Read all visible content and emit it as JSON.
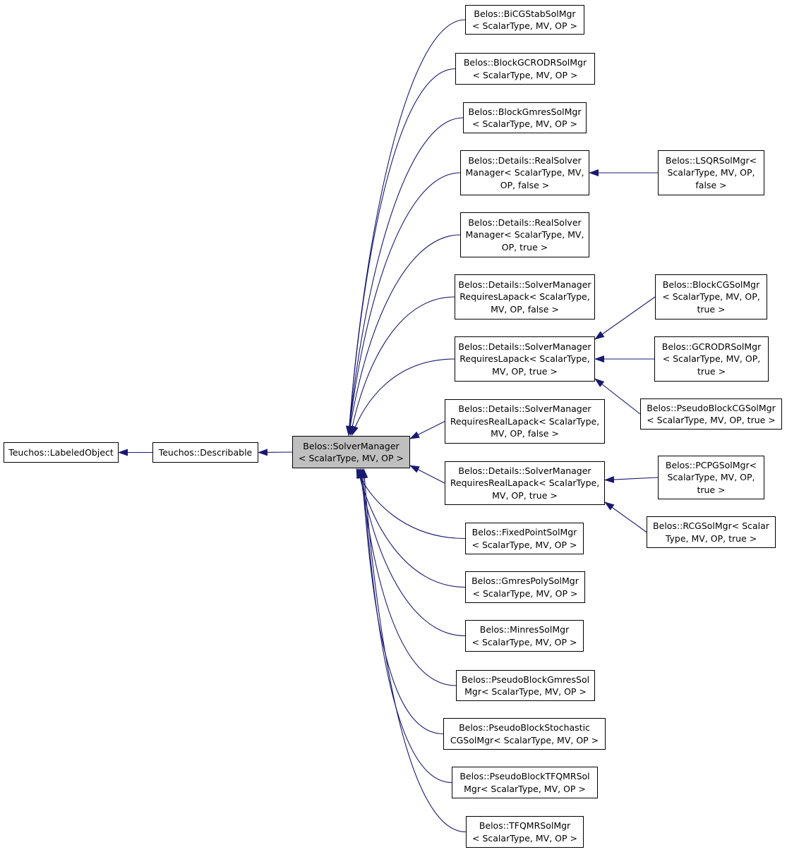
{
  "colors": {
    "edge": "#191970",
    "node_border": "#000000",
    "node_fill": "#ffffff",
    "focus_fill": "#bfbfbf"
  },
  "nodes": {
    "labeled_object": [
      "Teuchos::LabeledObject"
    ],
    "describable": [
      "Teuchos::Describable"
    ],
    "solver_manager": [
      "Belos::SolverManager",
      "< ScalarType, MV, OP >"
    ],
    "bicgstab": [
      "Belos::BiCGStabSolMgr",
      "< ScalarType, MV, OP >"
    ],
    "block_gcrodr": [
      "Belos::BlockGCRODRSolMgr",
      "< ScalarType, MV, OP >"
    ],
    "block_gmres": [
      "Belos::BlockGmresSolMgr",
      "< ScalarType, MV, OP >"
    ],
    "real_solver_false": [
      "Belos::Details::RealSolver",
      "Manager< ScalarType, MV,",
      "OP, false >"
    ],
    "real_solver_true": [
      "Belos::Details::RealSolver",
      "Manager< ScalarType, MV,",
      "OP, true >"
    ],
    "req_lapack_false": [
      "Belos::Details::SolverManager",
      "RequiresLapack< ScalarType,",
      "MV, OP, false >"
    ],
    "req_lapack_true": [
      "Belos::Details::SolverManager",
      "RequiresLapack< ScalarType,",
      "MV, OP, true >"
    ],
    "req_real_lapack_false": [
      "Belos::Details::SolverManager",
      "RequiresRealLapack< ScalarType,",
      "MV, OP, false >"
    ],
    "req_real_lapack_true": [
      "Belos::Details::SolverManager",
      "RequiresRealLapack< ScalarType,",
      "MV, OP, true >"
    ],
    "fixed_point": [
      "Belos::FixedPointSolMgr",
      "< ScalarType, MV, OP >"
    ],
    "gmres_poly": [
      "Belos::GmresPolySolMgr",
      "< ScalarType, MV, OP >"
    ],
    "minres": [
      "Belos::MinresSolMgr",
      "< ScalarType, MV, OP >"
    ],
    "pseudo_block_gmres": [
      "Belos::PseudoBlockGmresSol",
      "Mgr< ScalarType, MV, OP >"
    ],
    "pseudo_block_stochastic": [
      "Belos::PseudoBlockStochastic",
      "CGSolMgr< ScalarType, MV, OP >"
    ],
    "pseudo_block_tfqmr": [
      "Belos::PseudoBlockTFQMRSol",
      "Mgr< ScalarType, MV, OP >"
    ],
    "tfqmr": [
      "Belos::TFQMRSolMgr",
      "< ScalarType, MV, OP >"
    ],
    "lsqr": [
      "Belos::LSQRSolMgr<",
      "ScalarType, MV, OP,",
      "false >"
    ],
    "block_cg": [
      "Belos::BlockCGSolMgr",
      "< ScalarType, MV, OP,",
      "true >"
    ],
    "gcrodr": [
      "Belos::GCRODRSolMgr",
      "< ScalarType, MV, OP,",
      "true >"
    ],
    "pseudo_block_cg": [
      "Belos::PseudoBlockCGSolMgr",
      "< ScalarType, MV, OP, true >"
    ],
    "pcpg": [
      "Belos::PCPGSolMgr<",
      "ScalarType, MV, OP,",
      "true >"
    ],
    "rcg": [
      "Belos::RCGSolMgr< Scalar",
      "Type, MV, OP, true >"
    ]
  },
  "edges": [
    [
      "describable",
      "labeled_object"
    ],
    [
      "solver_manager",
      "describable"
    ],
    [
      "bicgstab",
      "solver_manager"
    ],
    [
      "block_gcrodr",
      "solver_manager"
    ],
    [
      "block_gmres",
      "solver_manager"
    ],
    [
      "real_solver_false",
      "solver_manager"
    ],
    [
      "real_solver_true",
      "solver_manager"
    ],
    [
      "req_lapack_false",
      "solver_manager"
    ],
    [
      "req_lapack_true",
      "solver_manager"
    ],
    [
      "req_real_lapack_false",
      "solver_manager"
    ],
    [
      "req_real_lapack_true",
      "solver_manager"
    ],
    [
      "fixed_point",
      "solver_manager"
    ],
    [
      "gmres_poly",
      "solver_manager"
    ],
    [
      "minres",
      "solver_manager"
    ],
    [
      "pseudo_block_gmres",
      "solver_manager"
    ],
    [
      "pseudo_block_stochastic",
      "solver_manager"
    ],
    [
      "pseudo_block_tfqmr",
      "solver_manager"
    ],
    [
      "tfqmr",
      "solver_manager"
    ],
    [
      "lsqr",
      "real_solver_false"
    ],
    [
      "block_cg",
      "req_lapack_true"
    ],
    [
      "gcrodr",
      "req_lapack_true"
    ],
    [
      "pseudo_block_cg",
      "req_lapack_true"
    ],
    [
      "pcpg",
      "req_real_lapack_true"
    ],
    [
      "rcg",
      "req_real_lapack_true"
    ]
  ]
}
